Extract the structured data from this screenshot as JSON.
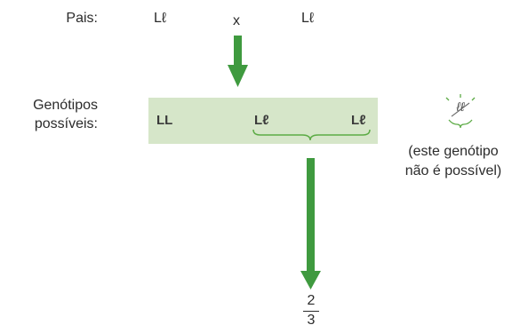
{
  "parents": {
    "label": "Pais:",
    "left": "Lℓ",
    "cross": "x",
    "right": "Lℓ"
  },
  "genotypes": {
    "label_line1": "Genótipos",
    "label_line2": "possíveis:",
    "items": [
      "LL",
      "Lℓ",
      "Lℓ"
    ],
    "excluded": "ℓℓ"
  },
  "note": {
    "line1": "(este genótipo",
    "line2": "não é possível)"
  },
  "result": {
    "numerator": "2",
    "denominator": "3"
  },
  "colors": {
    "band": "#d6e6c9",
    "arrow": "#3f9a3f",
    "brace": "#5cab45",
    "text": "#2b2b2b"
  }
}
